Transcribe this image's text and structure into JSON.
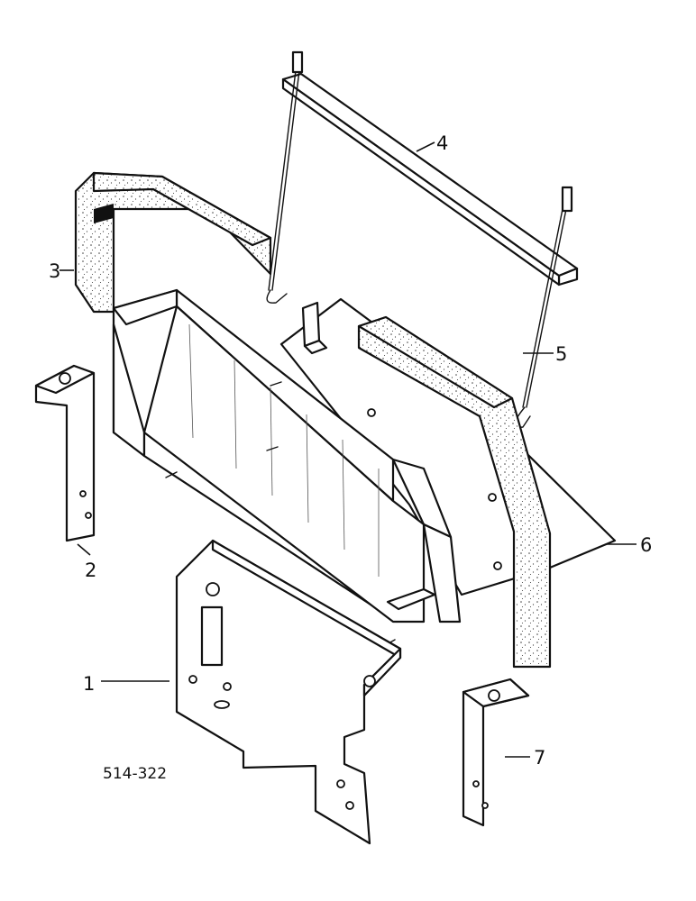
{
  "diagram_code": "514-322",
  "callouts": [
    {
      "id": "1",
      "label": "1",
      "part": "mounting-plate"
    },
    {
      "id": "2",
      "label": "2",
      "part": "left-bracket"
    },
    {
      "id": "3",
      "label": "3",
      "part": "left-foam-pad"
    },
    {
      "id": "4",
      "label": "4",
      "part": "hold-down-bar"
    },
    {
      "id": "5",
      "label": "5",
      "part": "j-bolt"
    },
    {
      "id": "6",
      "label": "6",
      "part": "battery-tray"
    },
    {
      "id": "7",
      "label": "7",
      "part": "right-bracket"
    }
  ]
}
